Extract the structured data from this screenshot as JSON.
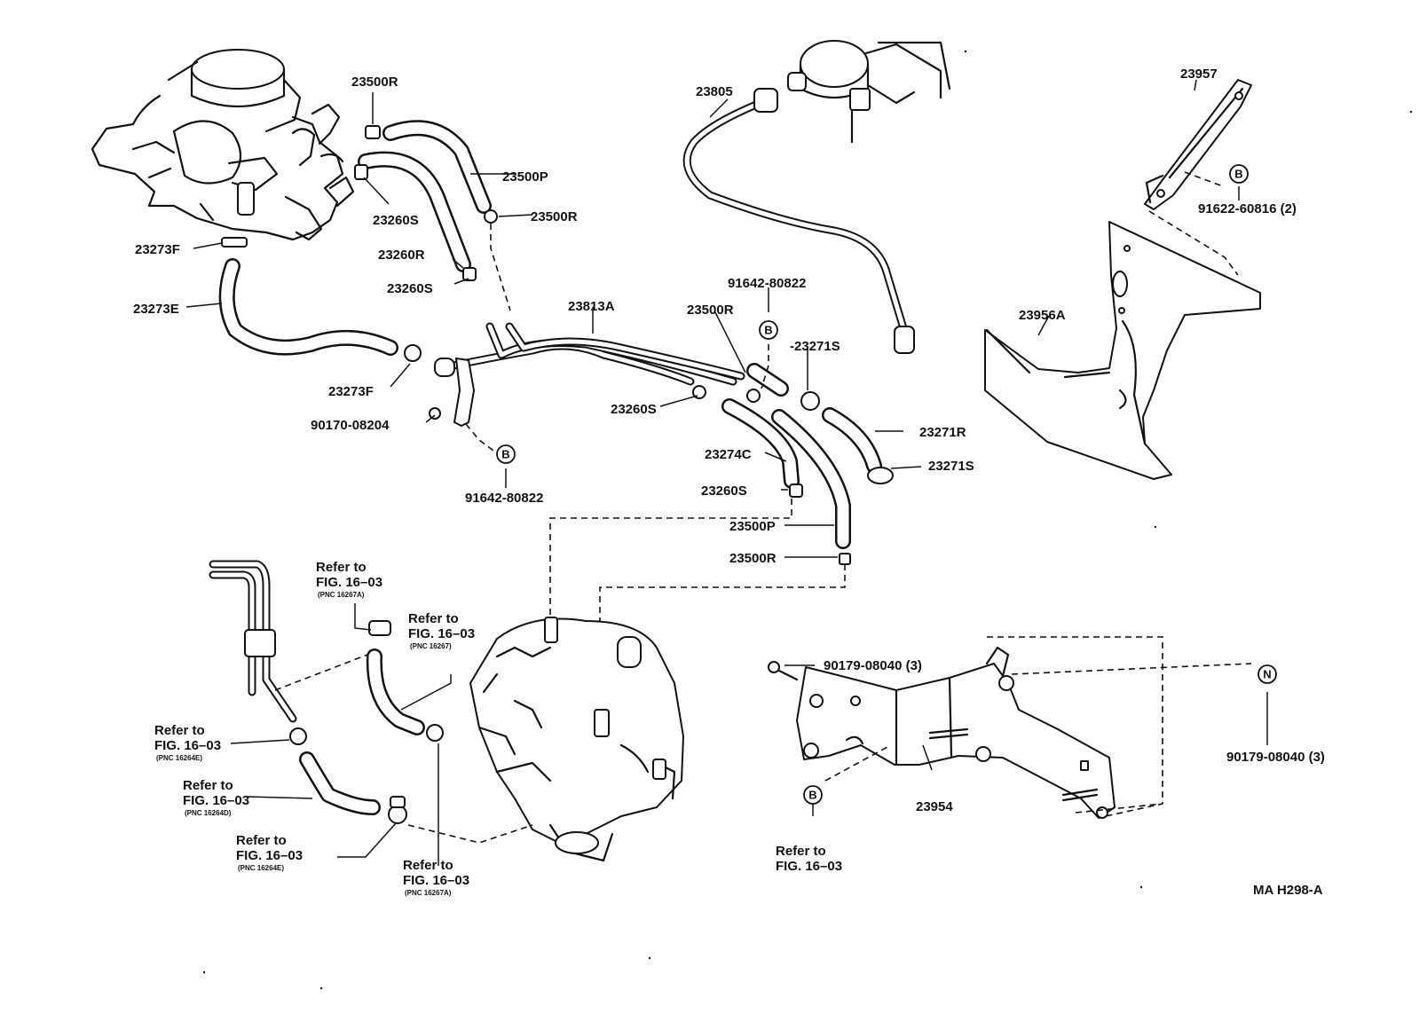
{
  "labels": {
    "p23500R_a": "23500R",
    "p23500P_a": "23500P",
    "p23260S_a": "23260S",
    "p23500R_b": "23500R",
    "p23260R": "23260R",
    "p23273F_a": "23273F",
    "p23260S_b": "23260S",
    "p23273E": "23273E",
    "p23805": "23805",
    "p23957": "23957",
    "p91622": "91622-60816 (2)",
    "p23956A": "23956A",
    "p23813A": "23813A",
    "p91642_a": "91642-80822",
    "p23500R_c": "23500R",
    "p23271S_a": "-23271S",
    "p23273F_b": "23273F",
    "p90170": "90170-08204",
    "p23260S_c": "23260S",
    "p23271R": "23271R",
    "p23274C": "23274C",
    "p23271S_b": "23271S",
    "p91642_b": "91642-80822",
    "p23260S_d": "23260S",
    "p23500P_b": "23500P",
    "p23500R_d": "23500R",
    "p90179_a": "90179-08040 (3)",
    "p90179_b": "90179-08040 (3)",
    "p23954": "23954",
    "diagram_code": "MA H298-A"
  },
  "refs": {
    "r1": {
      "line1": "Refer to",
      "line2": "FIG. 16–03",
      "pnc": "(PNC 16267A)"
    },
    "r2": {
      "line1": "Refer to",
      "line2": "FIG. 16–03",
      "pnc": "(PNC 16267)"
    },
    "r3": {
      "line1": "Refer to",
      "line2": "FIG. 16–03",
      "pnc": "(PNC 16264E)"
    },
    "r4": {
      "line1": "Refer to",
      "line2": "FIG. 16–03",
      "pnc": "(PNC 16264D)"
    },
    "r5": {
      "line1": "Refer to",
      "line2": "FIG. 16–03",
      "pnc": "(PNC 16264E)"
    },
    "r6": {
      "line1": "Refer to",
      "line2": "FIG. 16–03",
      "pnc": "(PNC 16267A)"
    },
    "r7": {
      "line1": "Refer to",
      "line2": "FIG. 16–03"
    }
  },
  "markers": {
    "b": "B",
    "n": "N"
  }
}
